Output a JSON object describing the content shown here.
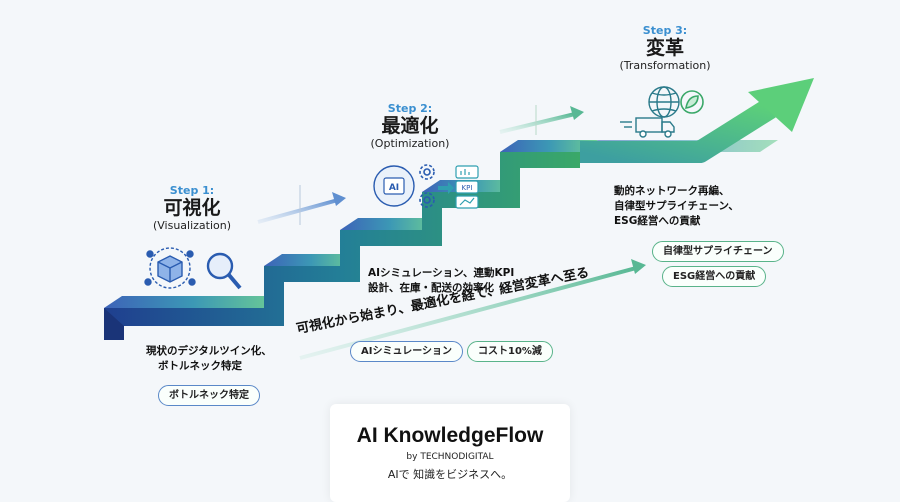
{
  "steps": [
    {
      "label": "Step 1:",
      "title": "可視化",
      "subtitle": "(Visualization)",
      "description": [
        "現状のデジタルツイン化、",
        "ボトルネック特定"
      ],
      "tags": [
        "ボトルネック特定"
      ]
    },
    {
      "label": "Step 2:",
      "title": "最適化",
      "subtitle": "(Optimization)",
      "description": [
        "AIシミュレーション、連動KPI",
        "設計、在庫・配送の効率化"
      ],
      "tags": [
        "AIシミュレーション",
        "コスト10%減"
      ],
      "icon_texts": [
        "AI",
        "KPI"
      ]
    },
    {
      "label": "Step 3:",
      "title": "変革",
      "subtitle": "(Transformation)",
      "description": [
        "動的ネットワーク再編、",
        "自律型サプライチェーン、",
        "ESG経営への貢献"
      ],
      "tags": [
        "自律型サプライチェーン",
        "ESG経営への貢献"
      ]
    }
  ],
  "slogan": "可視化から始まり、最適化を経て、経営変革へ至る",
  "brand": {
    "name": "AI KnowledgeFlow",
    "byline": "by TECHNODIGITAL",
    "tagline": "AIで 知識をビジネスへ。"
  },
  "colors": {
    "stair_start": "#2b4ea3",
    "stair_mid": "#2c8fa8",
    "stair_end": "#4fbf80",
    "step_label": "#3a8fd0",
    "tag_green": "#59b38a",
    "tag_blue": "#5a88c8"
  },
  "icons": [
    "cube-network-icon",
    "magnifier-icon",
    "ai-brain-icon",
    "gear-icon",
    "kpi-chart-icon",
    "globe-icon",
    "leaf-icon",
    "truck-icon",
    "upward-arrow-icon"
  ]
}
